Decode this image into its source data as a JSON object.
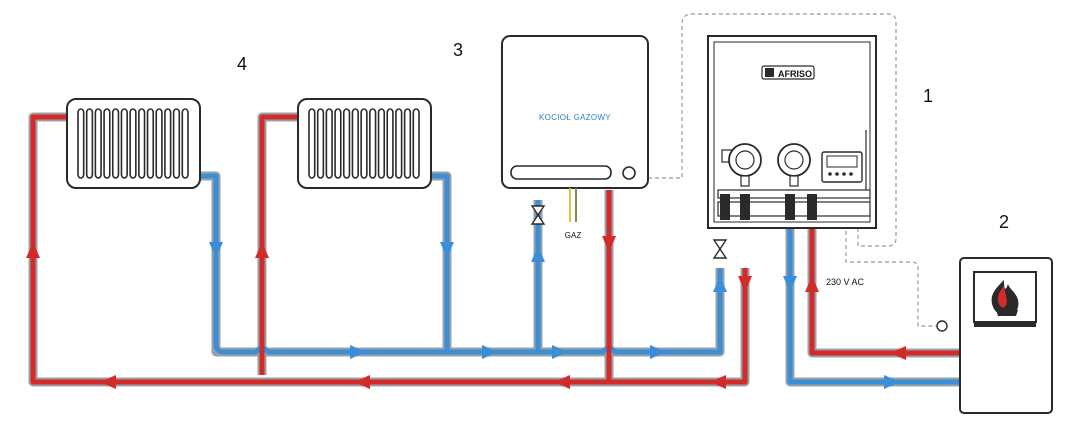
{
  "labels": {
    "n1": "1",
    "n2": "2",
    "n3": "3",
    "n4": "4",
    "boiler_text": "KOCIOŁ GAZOWY",
    "gas": "GAZ",
    "voltage": "230 V AC",
    "brand": "AFRISO"
  },
  "colors": {
    "supply": "#d32a2a",
    "return": "#3a8fd8",
    "pipe_outline": "#9aa0a6",
    "outline": "#2a2a2a",
    "dashed": "#9a9a9a",
    "gas_line": "#d8c640"
  },
  "icons": {
    "flame": "flame-icon",
    "valve": "valve-icon",
    "pump": "pump-icon",
    "display": "controller-display-icon"
  }
}
